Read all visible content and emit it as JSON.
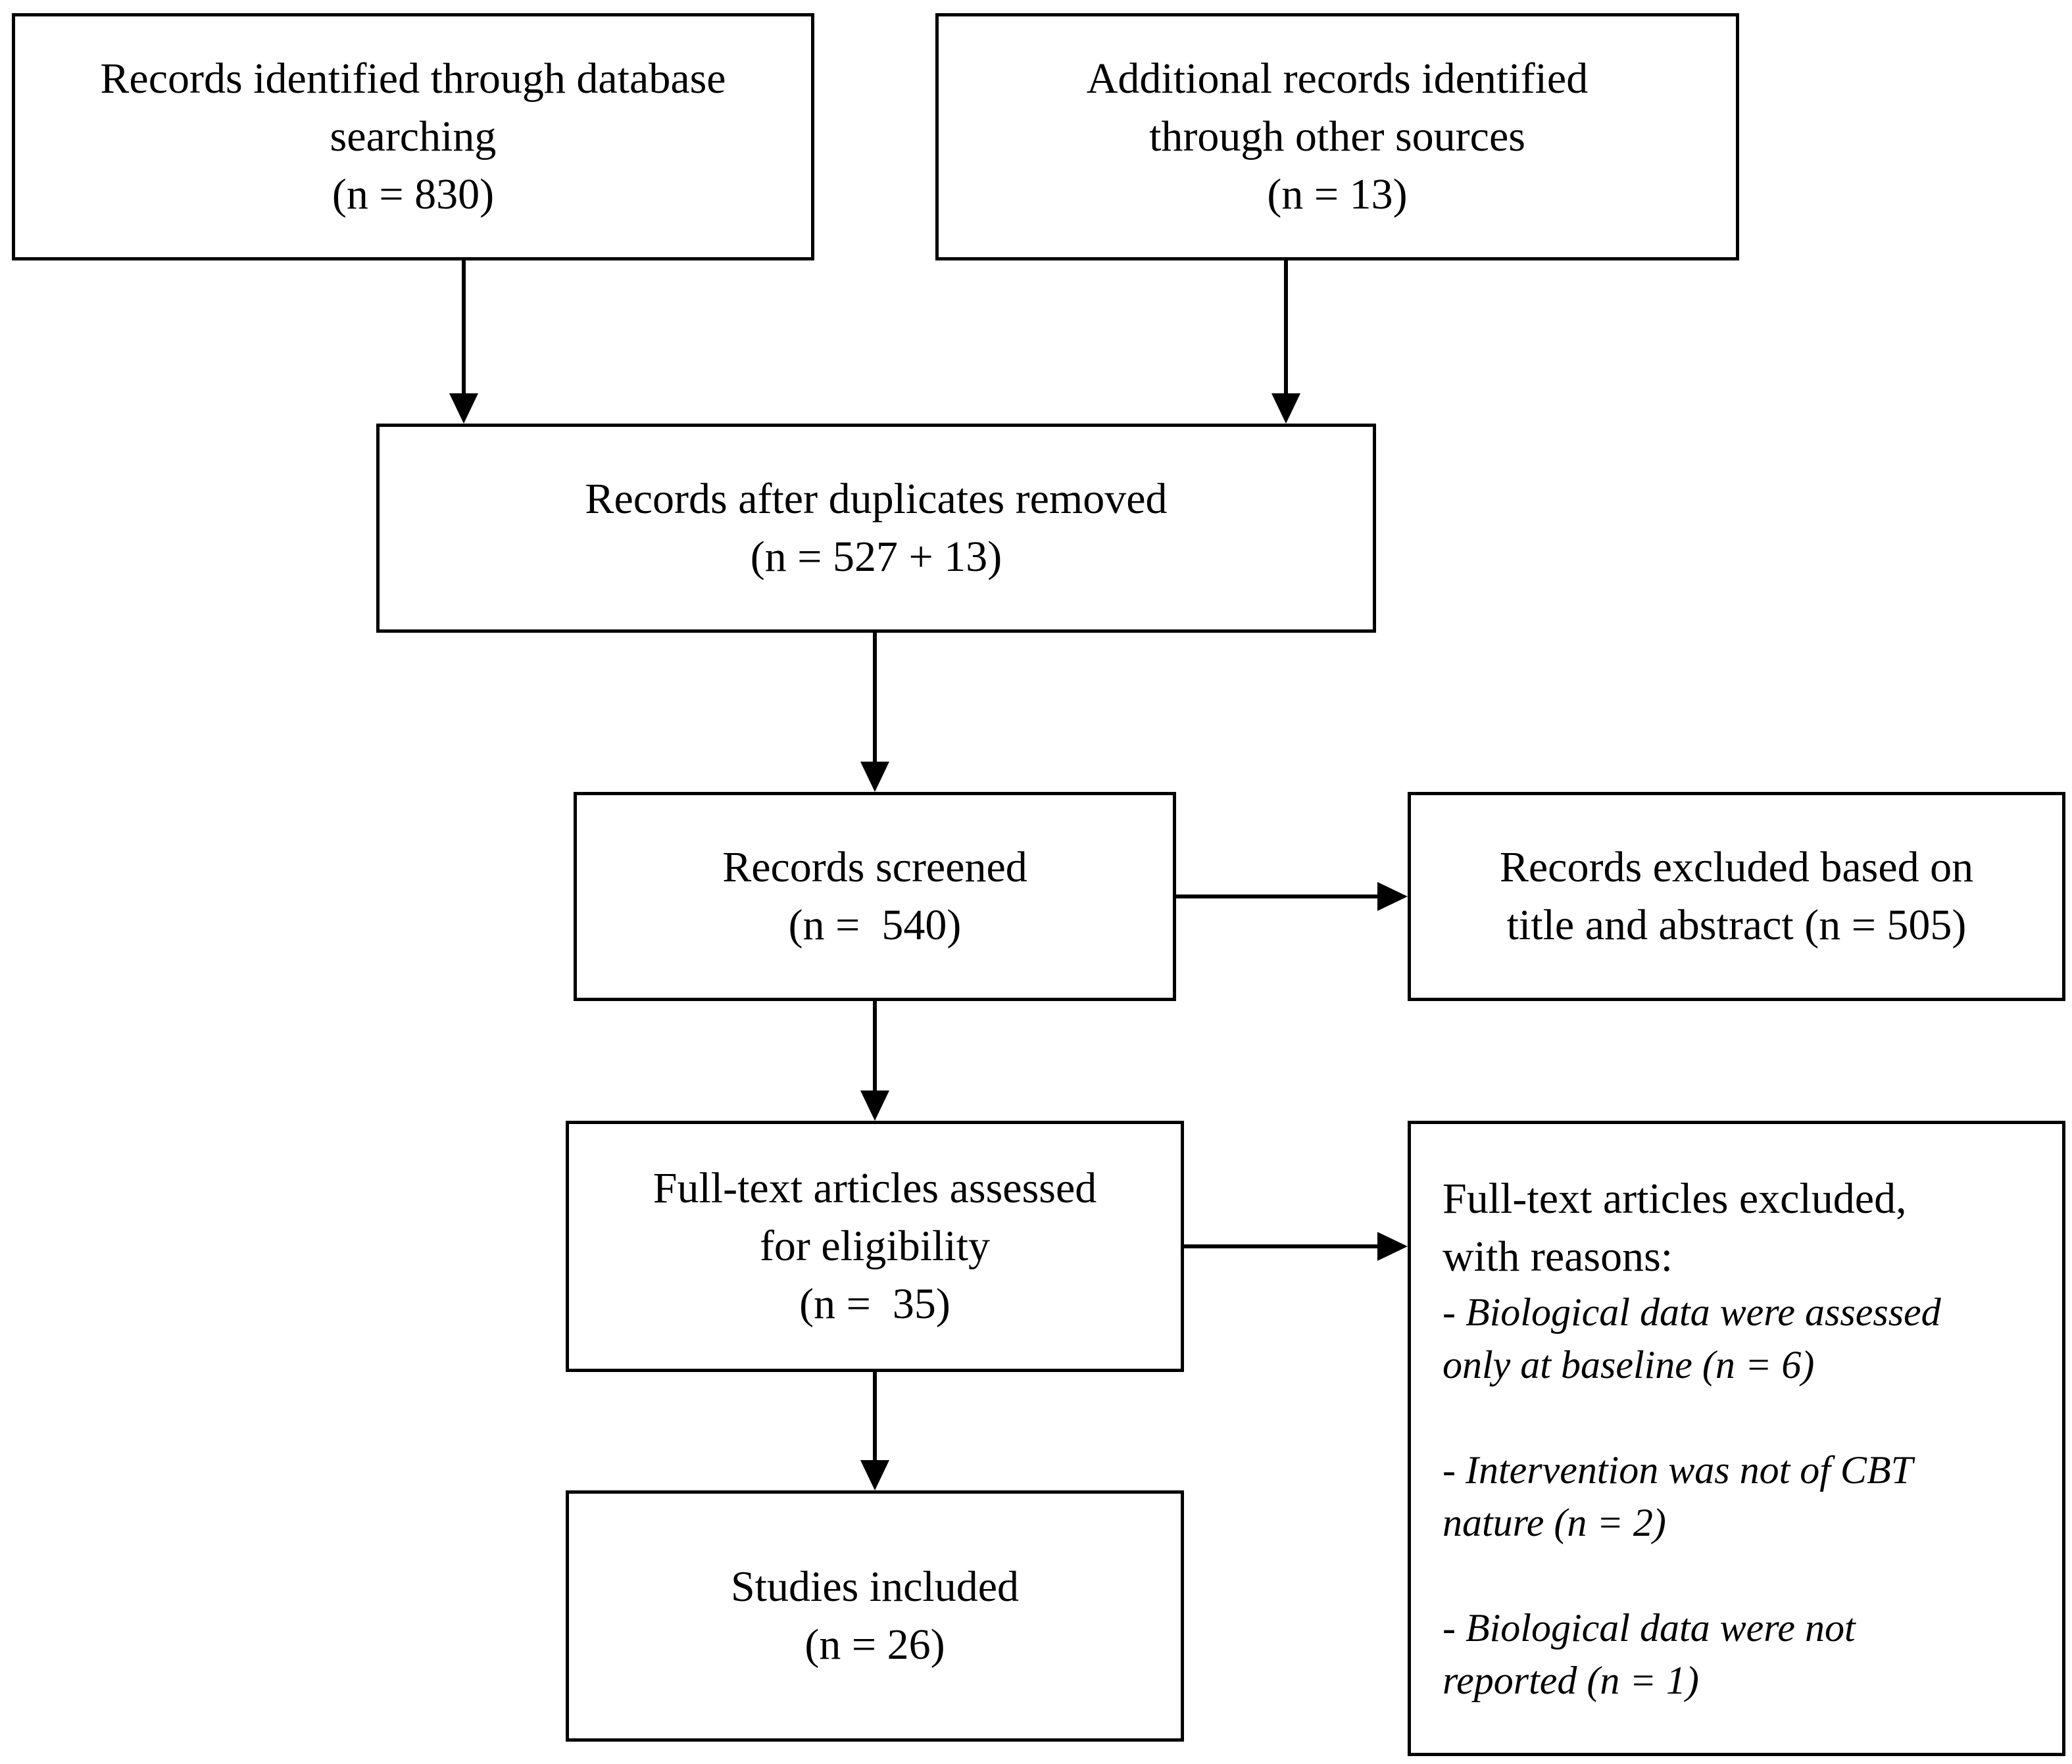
{
  "boxes": {
    "db_search": [
      "Records identified through database",
      "searching",
      "(n = 830)"
    ],
    "other_sources": [
      "Additional records identified",
      "through other sources",
      "(n = 13)"
    ],
    "after_duplicates": [
      "Records after duplicates removed",
      "(n = 527 + 13)"
    ],
    "screened": [
      "Records screened",
      "(n =  540)"
    ],
    "excluded_title_abstract": [
      "Records excluded based on",
      "title and abstract (n = 505)"
    ],
    "full_text_assessed": [
      "Full-text articles assessed",
      "for eligibility",
      "(n =  35)"
    ],
    "included": [
      "Studies included",
      "(n = 26)"
    ],
    "full_text_excluded": {
      "heading": [
        "Full-text articles excluded,",
        "with reasons:"
      ],
      "reasons": [
        [
          "- Biological data were assessed",
          "only at baseline (n = 6)"
        ],
        [
          "- Intervention was not of CBT",
          "nature (n = 2)"
        ],
        [
          "- Biological data were not",
          "reported (n = 1)"
        ]
      ]
    }
  }
}
